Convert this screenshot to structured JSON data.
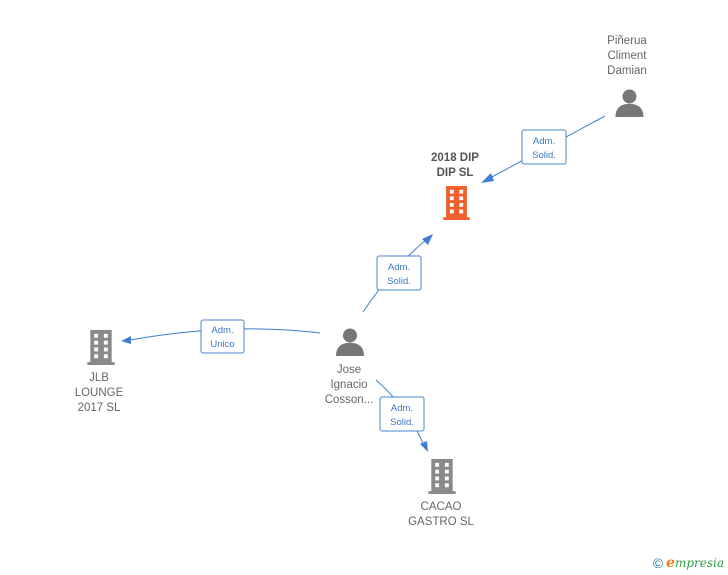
{
  "colors": {
    "company_default": "#8a8a8a",
    "company_focus": "#f0602e",
    "person": "#777777",
    "edge": "#3f7ed0"
  },
  "nodes": {
    "pinerua": {
      "type": "person",
      "icon": "person-icon",
      "lines": [
        "Piñerua",
        "Climent",
        "Damian"
      ]
    },
    "dip": {
      "type": "company",
      "focus": true,
      "icon": "building-icon",
      "lines": [
        "2018 DIP",
        "DIP  SL"
      ]
    },
    "jose": {
      "type": "person",
      "icon": "person-icon",
      "lines": [
        "Jose",
        "Ignacio",
        "Cosson..."
      ]
    },
    "jlb": {
      "type": "company",
      "icon": "building-icon",
      "lines": [
        "JLB",
        "LOUNGE",
        "2017  SL"
      ]
    },
    "cacao": {
      "type": "company",
      "icon": "building-icon",
      "lines": [
        "CACAO",
        "GASTRO  SL"
      ]
    }
  },
  "edges": {
    "pinerua_dip": {
      "from": "pinerua",
      "to": "dip",
      "lines": [
        "Adm.",
        "Solid."
      ]
    },
    "jose_dip": {
      "from": "jose",
      "to": "dip",
      "lines": [
        "Adm.",
        "Solid."
      ]
    },
    "jose_jlb": {
      "from": "jose",
      "to": "jlb",
      "lines": [
        "Adm.",
        "Unico"
      ]
    },
    "jose_cacao": {
      "from": "jose",
      "to": "cacao",
      "lines": [
        "Adm.",
        "Solid."
      ]
    }
  },
  "footer": {
    "copyright": "©",
    "brand_initial": "e",
    "brand_rest": "mpresia"
  }
}
